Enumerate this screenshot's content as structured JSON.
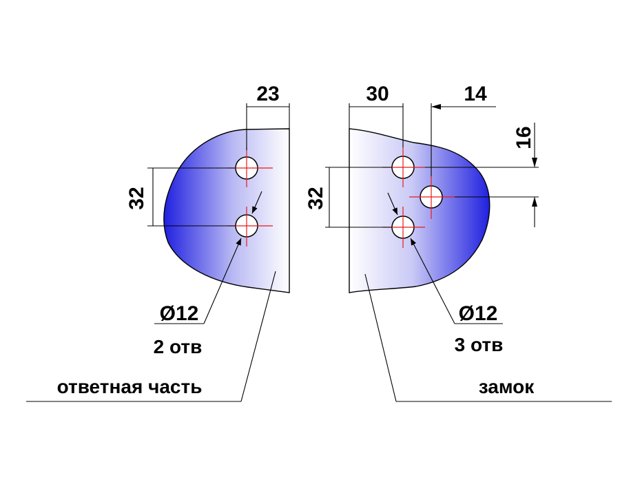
{
  "left_part": {
    "dim_top": "23",
    "dim_vertical": "32",
    "hole_diameter": "Ø12",
    "hole_count": "2 отв",
    "caption": "ответная часть"
  },
  "right_part": {
    "dim_top_left": "30",
    "dim_top_right": "14",
    "dim_right_vertical": "16",
    "dim_vertical": "32",
    "hole_diameter": "Ø12",
    "hole_count": "3 отв",
    "caption": "замок"
  },
  "colors": {
    "fill_dark": "#2020e0",
    "fill_light": "#ffffff",
    "centerline": "#e8191b"
  }
}
